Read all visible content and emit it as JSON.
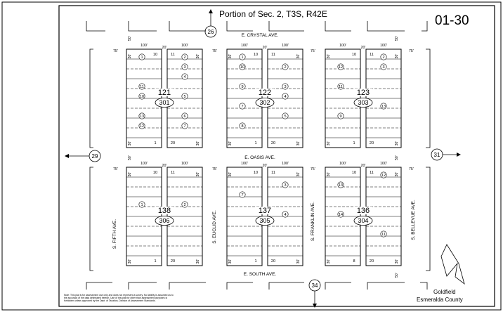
{
  "map": {
    "title": "Portion of Sec. 2, T3S, R42E",
    "sheet_number": "01-30",
    "place_line1": "Goldfield",
    "place_line2": "Esmeralda County",
    "note_line1": "Note: This plat is for assessment use only and does not represent a survey. No liability is assumed as to",
    "note_line2": "the accuracy of the data delineated hereon. Use of this plat for other than assessment purposes is",
    "note_line3": "forbidden unless approved by the Dept. of Taxation, Division of Assessment Standards."
  },
  "streets": {
    "crystal": "E. CRYSTAL AVE.",
    "oasis": "E. OASIS AVE.",
    "south": "E. SOUTH AVE.",
    "fifth": "S. FIFTH AVE.",
    "euclid": "S. EUCLID AVE.",
    "franklin": "S. FRANKLIN AVE.",
    "bellevue": "S. BELLEVUE AVE."
  },
  "adjacent_sheets": {
    "north": "26",
    "west": "29",
    "east": "31",
    "south": "34"
  },
  "dimensions": {
    "d100": "100'",
    "d75": "75'",
    "d50": "50'",
    "d30": "30'",
    "d20": "20'"
  },
  "blocks": [
    {
      "block": "121",
      "parcel": "301",
      "lot_first": "1",
      "lot_10": "10",
      "lot_11": "11",
      "lot_20": "20",
      "left": [
        "1",
        "",
        "",
        "11",
        "10",
        "",
        "13",
        "12",
        ""
      ],
      "right": [
        "2",
        "3",
        "4",
        "",
        "5",
        "",
        "6",
        "7",
        ""
      ]
    },
    {
      "block": "122",
      "parcel": "302",
      "lot_first": "1",
      "lot_10": "10",
      "lot_11": "11",
      "lot_20": "20",
      "left": [
        "1",
        "10",
        "",
        "9",
        "",
        "7",
        "",
        "8",
        ""
      ],
      "right": [
        "",
        "2",
        "",
        "3",
        "4",
        "",
        "5",
        "",
        ""
      ]
    },
    {
      "block": "123",
      "parcel": "303",
      "lot_first": "1",
      "lot_10": "10",
      "lot_11": "11",
      "lot_20": "20",
      "left": [
        "",
        "12",
        "",
        "11",
        "",
        "",
        "9",
        "",
        ""
      ],
      "right": [
        "2",
        "3",
        "",
        "",
        "",
        "13",
        "",
        "",
        ""
      ]
    },
    {
      "block": "138",
      "parcel": "306",
      "lot_first": "1",
      "lot_10": "10",
      "lot_11": "11",
      "lot_20": "20",
      "left": [
        "",
        "",
        "",
        "1",
        "",
        "",
        "",
        "",
        ""
      ],
      "right": [
        "",
        "",
        "",
        "2",
        "",
        "",
        "",
        "",
        ""
      ]
    },
    {
      "block": "137",
      "parcel": "305",
      "lot_first": "1",
      "lot_10": "10",
      "lot_11": "11",
      "lot_20": "20",
      "left": [
        "",
        "",
        "7",
        "",
        "",
        "",
        "",
        "",
        ""
      ],
      "right": [
        "",
        "3",
        "",
        "",
        "4",
        "",
        "",
        "",
        ""
      ]
    },
    {
      "block": "136",
      "parcel": "304",
      "lot_first": "8",
      "lot_10": "10",
      "lot_11": "11",
      "lot_20": "20",
      "left": [
        "",
        "13",
        "",
        "",
        "14",
        "",
        "",
        "",
        ""
      ],
      "right": [
        "12",
        "",
        "",
        "",
        "",
        "",
        "11",
        "",
        ""
      ]
    }
  ],
  "colors": {
    "line": "#000000",
    "background": "#ffffff"
  }
}
